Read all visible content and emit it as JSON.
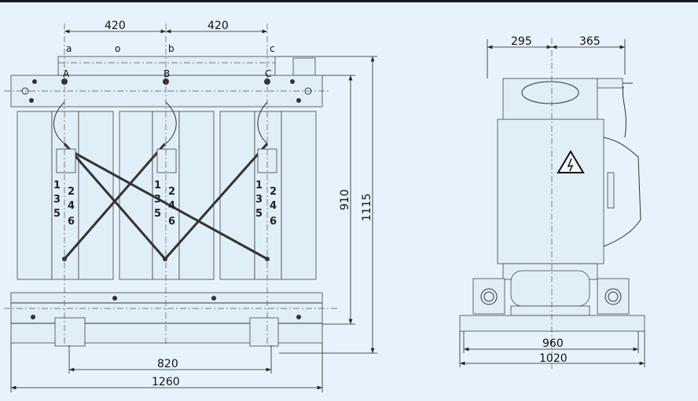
{
  "front_view": {
    "dims": {
      "top_left": "420",
      "top_right": "420",
      "height_inner": "910",
      "height_total": "1115",
      "wheel_span": "820",
      "length": "1260"
    },
    "terminal_labels_low": [
      "a",
      "o",
      "b",
      "c"
    ],
    "terminal_labels_high": [
      "A",
      "B",
      "C"
    ],
    "tap_labels": [
      "1",
      "2",
      "3",
      "4",
      "5",
      "6"
    ]
  },
  "side_view": {
    "dims": {
      "top_left": "295",
      "top_right": "365",
      "base_inner": "960",
      "base_total": "1020"
    },
    "warning_symbol": "high-voltage-warning-icon"
  }
}
